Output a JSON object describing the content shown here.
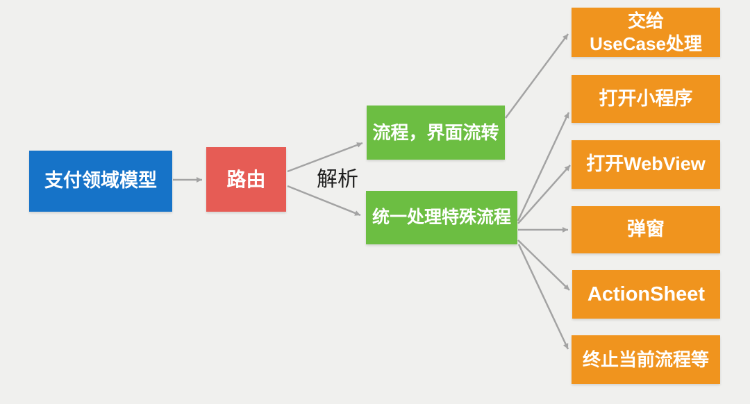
{
  "diagram": {
    "background_color": "#f0f0ee",
    "arrow_color": "#a3a3a3",
    "edge_label": "解析",
    "node_text_color": "#ffffff",
    "nodes": {
      "source": {
        "label": "支付领域模型",
        "color": "#1673c8"
      },
      "router": {
        "label": "路由",
        "color": "#e65c55"
      },
      "flow": {
        "label": "流程，界面流转",
        "color": "#6cbe42"
      },
      "special": {
        "label": "统一处理特殊流程",
        "color": "#6cbe42"
      },
      "usecase": {
        "label_line1": "交给",
        "label_line2": "UseCase处理",
        "color": "#f0941e"
      },
      "miniprogram": {
        "label": "打开小程序",
        "color": "#f0941e"
      },
      "webview": {
        "label": "打开WebView",
        "color": "#f0941e"
      },
      "popup": {
        "label": "弹窗",
        "color": "#f0941e"
      },
      "actionsheet": {
        "label": "ActionSheet",
        "color": "#f0941e"
      },
      "terminate": {
        "label": "终止当前流程等",
        "color": "#f0941e"
      }
    }
  }
}
